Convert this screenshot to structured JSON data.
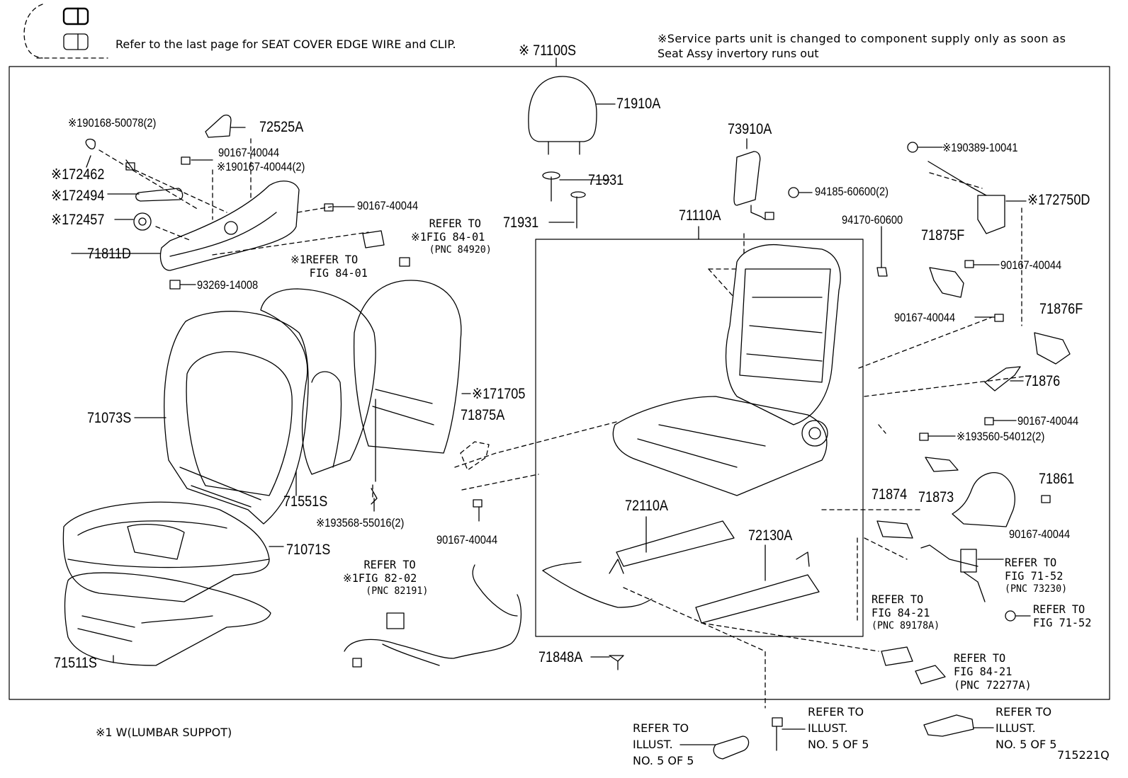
{
  "header": {
    "cover_note": "Refer to the last page for SEAT COVER EDGE WIRE and CLIP.",
    "service_note_line1": "※Service parts unit is changed to component supply only as soon as",
    "service_note_line2": "Seat Assy invertory runs out"
  },
  "parts": {
    "seat_assy": "※ 71100S",
    "headrest": "71910A",
    "pad_72525A": "72525A",
    "bolt_190168": "※190168-50078(2)",
    "screw_90167_a": "90167-40044",
    "screw_190167": "※190167-40044(2)",
    "cap_172462": "※172462",
    "knob_172494": "※172494",
    "knob_172457": "※172457",
    "screw_90167_b": "90167-40044",
    "shield_71811D": "71811D",
    "screw_93269": "93269-14008",
    "support_71931_a": "71931",
    "support_71931_b": "71931",
    "airbag_73910A": "73910A",
    "nut_94185": "94185-60600(2)",
    "frame_71110A": "71110A",
    "nut_94170": "94170-60600",
    "bolt_190389": "※190389-10041",
    "switch_172750D": "※172750D",
    "cover_71875F": "71875F",
    "screw_90167_c": "90167-40044",
    "screw_90167_d": "90167-40044",
    "cover_71876F": "71876F",
    "cover_71876": "71876",
    "screw_90167_e": "90167-40044",
    "bolt_193560": "※193560-54012(2)",
    "bracket_71874": "71874",
    "bracket_71873": "71873",
    "cover_71861": "71861",
    "screw_90167_f": "90167-40044",
    "back_cover_71073S": "71073S",
    "back_pad_71551S": "71551S",
    "lumbar_171705": "※171705",
    "cover_71875A": "71875A",
    "clip_193568": "※193568-55016(2)",
    "screw_90167_g": "90167-40044",
    "adjuster_72110A": "72110A",
    "adjuster_72130A": "72130A",
    "cushion_cover_71071S": "71071S",
    "cushion_pad_71511S": "71511S",
    "cap_71848A": "71848A"
  },
  "refs": {
    "r1": [
      "REFER TO",
      "※1FIG 84-01",
      "(PNC 84920)"
    ],
    "r2": [
      "※1REFER TO",
      "FIG 84-01"
    ],
    "r3": [
      "REFER TO",
      "※1FIG 82-02",
      "(PNC 82191)"
    ],
    "r4": [
      "REFER TO",
      "FIG 84-21",
      "(PNC 89178A)"
    ],
    "r5": [
      "REFER TO",
      "FIG 71-52",
      "(PNC 73230)"
    ],
    "r6": [
      "REFER TO",
      "FIG 71-52"
    ],
    "r7": [
      "REFER TO",
      "FIG 84-21",
      "(PNC 72277A)"
    ]
  },
  "illustrations": {
    "i1": [
      "REFER TO",
      "ILLUST.",
      "NO. 5 OF 5"
    ],
    "i2": [
      "REFER TO",
      "ILLUST.",
      "NO. 5 OF 5"
    ],
    "i3": [
      "REFER TO",
      "ILLUST.",
      "NO. 5 OF 5"
    ]
  },
  "footer": {
    "note": "※1 W(LUMBAR SUPPOT)",
    "figure_id": "715221Q"
  }
}
